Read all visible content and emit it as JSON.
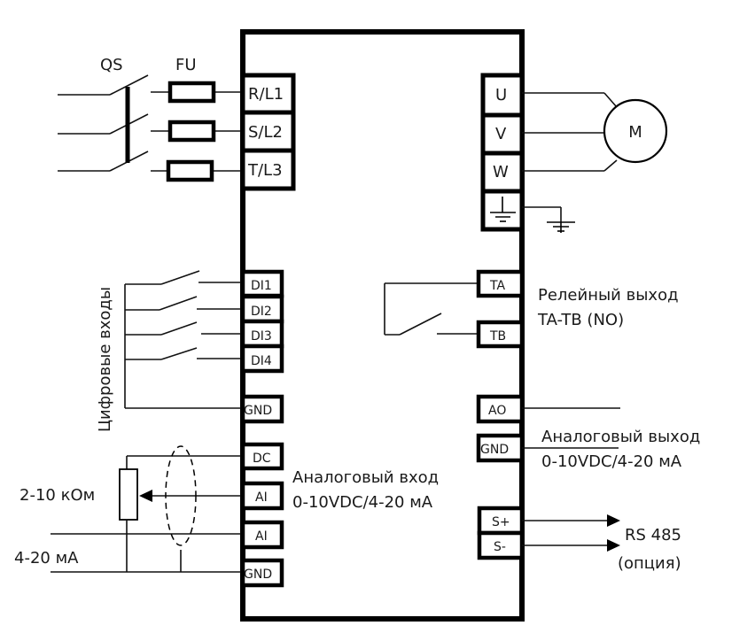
{
  "title": "Схема подключения преобразователя частоты",
  "power_input": {
    "switch_label": "QS",
    "fuse_label": "FU",
    "terminals": [
      "R/L1",
      "S/L2",
      "T/L3"
    ]
  },
  "motor_output": {
    "terminals": [
      "U",
      "V",
      "W"
    ],
    "ground_terminal": "ground",
    "motor_label": "M"
  },
  "digital_inputs": {
    "group_label": "Цифровые входы",
    "terminals": [
      "DI1",
      "DI2",
      "DI3",
      "DI4",
      "GND"
    ]
  },
  "relay_output": {
    "terminals": [
      "TA",
      "TB"
    ],
    "label_line1": "Релейный выход",
    "label_line2": "TA-TB (NO)"
  },
  "analog_output": {
    "terminals": [
      "AO",
      "GND"
    ],
    "label_line1": "Аналоговый выход",
    "label_line2": "0-10VDC/4-20 мА"
  },
  "analog_input": {
    "terminals": [
      "DC",
      "AI",
      "AI",
      "GND"
    ],
    "label_line1": "Аналоговый вход",
    "label_line2": "0-10VDC/4-20 мА",
    "potentiometer_label": "2-10 кОм",
    "current_label": "4-20 мА"
  },
  "rs485": {
    "terminals": [
      "S+",
      "S-"
    ],
    "label_line1": "RS 485",
    "label_line2": "(опция)"
  }
}
